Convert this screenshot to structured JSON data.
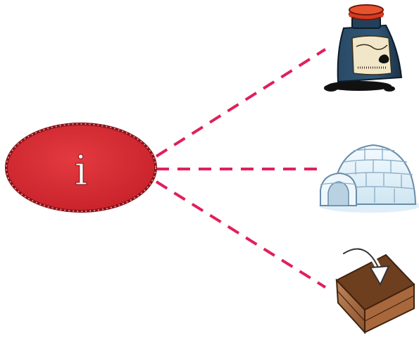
{
  "center_badge": {
    "letter": "i",
    "fill_color": "#d42a2f",
    "border_color": "#8c1016",
    "style": "scalloped-oval"
  },
  "connector": {
    "color": "#e0205a",
    "style": "dashed"
  },
  "pictures": [
    {
      "name": "ink-bottle",
      "label": "ink"
    },
    {
      "name": "igloo",
      "label": "igloo"
    },
    {
      "name": "box",
      "label": "in"
    }
  ]
}
